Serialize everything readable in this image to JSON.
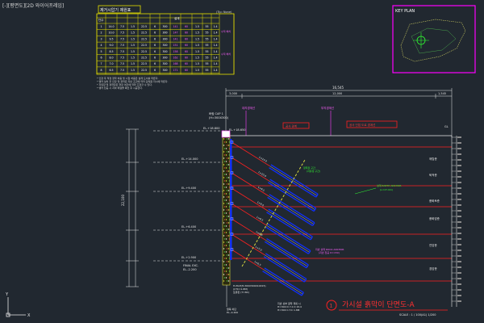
{
  "viewport": {
    "label": "[-][평면도][2D 와이어프레임]"
  },
  "schedule_table": {
    "title": "제거시압기 제원표",
    "note_right": "(Tip: None)",
    "header_no": "단수",
    "header_load": "설계",
    "rows": [
      [
        "1",
        "14.0",
        "7.5",
        "1.5",
        "22.5",
        "6",
        "300",
        "141",
        "60",
        "1.5",
        "55",
        "1.4"
      ],
      [
        "2",
        "10.0",
        "7.5",
        "1.5",
        "22.5",
        "6",
        "300",
        "147",
        "60",
        "1.5",
        "55",
        "1.4"
      ],
      [
        "3",
        "9.5",
        "7.5",
        "1.5",
        "22.5",
        "6",
        "300",
        "141",
        "60",
        "1.5",
        "55",
        "1.4"
      ],
      [
        "4",
        "9.0",
        "7.5",
        "1.5",
        "22.5",
        "6",
        "300",
        "151",
        "60",
        "1.5",
        "55",
        "1.4"
      ],
      [
        "5",
        "8.5",
        "7.5",
        "1.5",
        "22.5",
        "6",
        "300",
        "158",
        "60",
        "1.5",
        "55",
        "1.4"
      ],
      [
        "6",
        "8.0",
        "7.5",
        "1.5",
        "22.5",
        "6",
        "300",
        "162",
        "60",
        "1.5",
        "55",
        "1.4"
      ],
      [
        "7",
        "7.0",
        "7.5",
        "1.5",
        "22.5",
        "6",
        "300",
        "168",
        "60",
        "1.5",
        "55",
        "1.4"
      ],
      [
        "8",
        "6.5",
        "7.5",
        "1.5",
        "22.5",
        "6",
        "300",
        "171",
        "60",
        "1.5",
        "55",
        "1.4"
      ]
    ],
    "side_notes": [
      "수직 배치",
      "수직 배치"
    ]
  },
  "notes": [
    "* 인장 후 적정 정착 하중 및 시험 하중은 설계 도서를 따른다.",
    "* 앵커 설치 후 인장 및 정착은 지반 조건에 따라 감독원 지시에 따른다.",
    "* 자유장 및 정착장은 현장 여건에 따라 조정할 수 있다.",
    "* 앵커 천공 시 지하 매설물 확인 후 시공한다."
  ],
  "key_plan": {
    "title": "KEY PLAN"
  },
  "dimensions": {
    "top_total": "16,545",
    "top_a": "3,000",
    "top_b": "12,000",
    "top_c": "1,545",
    "left_total": "22,100"
  },
  "annotations": {
    "cap_beam": "버림 CAP 1",
    "cap_size": "(H=300X300)",
    "boundary_1": "대지경계선",
    "boundary_2": "부지경계선",
    "red_box_1": "공사 경계",
    "red_box_2": "공사 인접 도로 경계선",
    "el_top": "EL.+18.800",
    "el_cap": "EL.+18.650",
    "el_1": "EL.+14.000",
    "el_2": "EL.+9.400",
    "el_3": "EL.+6.400",
    "el_4": "EL.+2.900",
    "el_bottom": "EL.-2.200",
    "final_excavation": "FINAL EXC.",
    "mid_label_1": "정착장 구간",
    "mid_label_2": "(자유장 구간)",
    "green_label_1": "설계 EARTH ANCHOR",
    "green_label_2": "(L=27.0m)",
    "rock_label_1": "지반 상태 ROCK ANCHOR",
    "rock_label_2": "(지반 천공 D=150)",
    "bottom_label_1": "H-PILE(H-300X300X10X15)",
    "bottom_label_2": "(CTC=1.8M)",
    "bottom_label_3": "토류판 (T=80)",
    "bottom_sub_1": "지반 상부 굴착 계획 시",
    "bottom_sub_2": "H=300 D 7.0 X 15.0",
    "bottom_sub_3": "H=300 C.T.C 1.8M",
    "pile_bottom": "말뚝 하단",
    "pile_bottom_el": "EL.-4.200",
    "anchor_lengths": [
      "L=14.0",
      "L=10.0",
      "L=9.5",
      "L=9.0",
      "L=8.5",
      "L=8.0",
      "L=7.0",
      "L=6.5"
    ],
    "soil_layers": [
      "매립층",
      "퇴적층",
      "풍화토층",
      "풍화암층",
      "연암층",
      "경암층"
    ],
    "top_right_mark": "GL"
  },
  "section_title": {
    "number": "1",
    "text": "가시설 흙막이 단면도-A",
    "scale": "SCALE : 1 / 100(A1) 1/200"
  },
  "colors": {
    "background": "#212830",
    "table_border": "#e6e000",
    "key_plan_border": "#ff00ff",
    "red_line": "#ff2020",
    "anchor_blue": "#1030ff",
    "pile_yellow": "#e0e040",
    "green": "#30ff30",
    "magenta": "#ff40ff",
    "white_line": "#e8e8e8"
  }
}
